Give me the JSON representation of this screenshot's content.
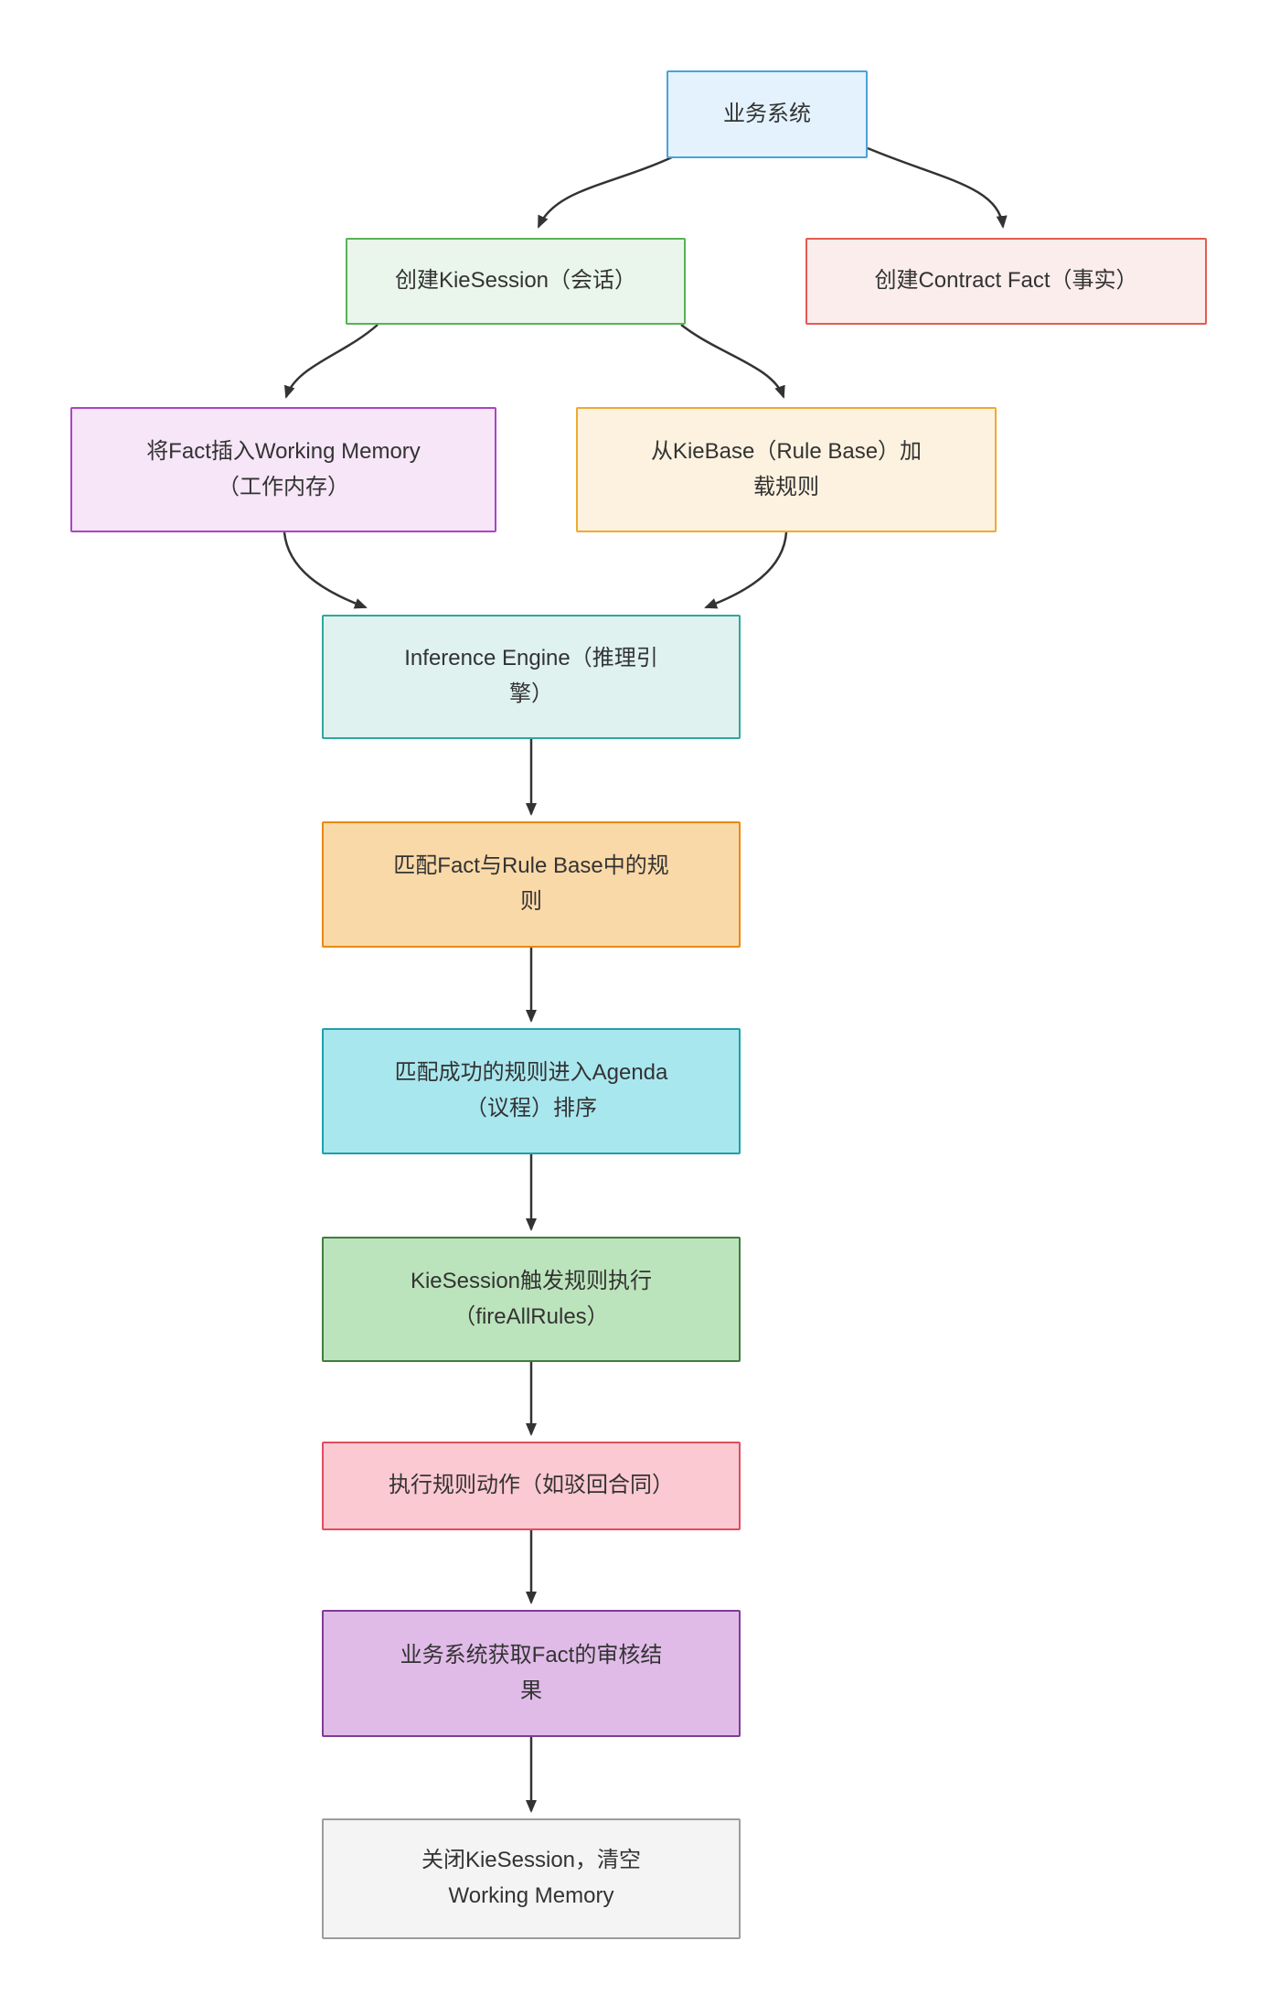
{
  "diagram": {
    "type": "flowchart",
    "direction": "top-down",
    "background": "#FFFFFF",
    "text_color": "#333333",
    "edge_color": "#333333"
  },
  "nodes": [
    {
      "id": "business-system",
      "label": "业务系统",
      "fill": "#E3F2FC",
      "border": "#4BA2DB"
    },
    {
      "id": "create-kiesession",
      "label": "创建KieSession（会话）",
      "fill": "#EAF6EC",
      "border": "#57B257"
    },
    {
      "id": "create-contract-fact",
      "label": "创建Contract Fact（事实）",
      "fill": "#FCEDED",
      "border": "#E25C52"
    },
    {
      "id": "insert-fact-working-memory",
      "label": "将Fact插入Working Memory\n（工作内存）",
      "fill": "#F6E6F8",
      "border": "#AC44C4"
    },
    {
      "id": "load-rules-from-kiebase",
      "label": "从KieBase（Rule Base）加\n载规则",
      "fill": "#FCF2DF",
      "border": "#F0A92E"
    },
    {
      "id": "inference-engine",
      "label": "Inference Engine（推理引\n擎）",
      "fill": "#DFF2F0",
      "border": "#2FA79D"
    },
    {
      "id": "match-fact-with-rules",
      "label": "匹配Fact与Rule Base中的规\n则",
      "fill": "#FAD9A8",
      "border": "#E8890F"
    },
    {
      "id": "agenda-sorting",
      "label": "匹配成功的规则进入Agenda\n（议程）排序",
      "fill": "#A9E7EF",
      "border": "#1F9FAC"
    },
    {
      "id": "fire-all-rules",
      "label": "KieSession触发规则执行\n（fireAllRules）",
      "fill": "#BCE4BC",
      "border": "#3F7E3F"
    },
    {
      "id": "execute-rule-actions",
      "label": "执行规则动作（如驳回合同）",
      "fill": "#FBC9D1",
      "border": "#DF4D5E"
    },
    {
      "id": "get-fact-audit-result",
      "label": "业务系统获取Fact的审核结\n果",
      "fill": "#E0BBE8",
      "border": "#7D3C98"
    },
    {
      "id": "close-kiesession",
      "label": "关闭KieSession，清空\nWorking Memory",
      "fill": "#F4F4F4",
      "border": "#9C9C9C"
    }
  ],
  "edges": [
    {
      "from": "business-system",
      "to": "create-kiesession"
    },
    {
      "from": "business-system",
      "to": "create-contract-fact"
    },
    {
      "from": "create-kiesession",
      "to": "insert-fact-working-memory"
    },
    {
      "from": "create-kiesession",
      "to": "load-rules-from-kiebase"
    },
    {
      "from": "insert-fact-working-memory",
      "to": "inference-engine"
    },
    {
      "from": "load-rules-from-kiebase",
      "to": "inference-engine"
    },
    {
      "from": "inference-engine",
      "to": "match-fact-with-rules"
    },
    {
      "from": "match-fact-with-rules",
      "to": "agenda-sorting"
    },
    {
      "from": "agenda-sorting",
      "to": "fire-all-rules"
    },
    {
      "from": "fire-all-rules",
      "to": "execute-rule-actions"
    },
    {
      "from": "execute-rule-actions",
      "to": "get-fact-audit-result"
    },
    {
      "from": "get-fact-audit-result",
      "to": "close-kiesession"
    }
  ]
}
